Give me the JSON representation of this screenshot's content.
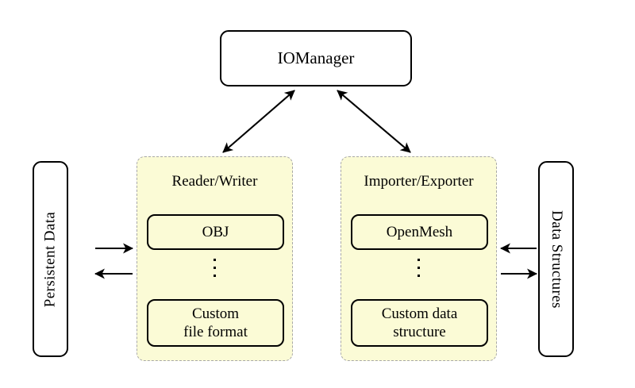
{
  "diagram": {
    "title_node": {
      "label": "IOManager"
    },
    "panels": [
      {
        "id": "reader-writer",
        "title": "Reader/Writer",
        "items": [
          {
            "label": "OBJ"
          },
          {
            "label": "Custom\nfile format",
            "line1": "Custom",
            "line2": "file format"
          }
        ],
        "ellipsis": "⋮"
      },
      {
        "id": "importer-exporter",
        "title": "Importer/Exporter",
        "items": [
          {
            "label": "OpenMesh"
          },
          {
            "label": "Custom data\nstructure",
            "line1": "Custom data",
            "line2": "structure"
          }
        ],
        "ellipsis": "⋮"
      }
    ],
    "side_nodes": {
      "left": {
        "label": "Persistent Data",
        "orientation": "rotated-ccw"
      },
      "right": {
        "label": "Data Structures",
        "orientation": "rotated-cw"
      }
    },
    "connectors": [
      {
        "name": "manager-to-reader-writer",
        "kind": "double-arrow"
      },
      {
        "name": "manager-to-importer-exporter",
        "kind": "double-arrow"
      },
      {
        "name": "persistent-data-to-reader-writer",
        "kind": "arrow-right"
      },
      {
        "name": "reader-writer-to-persistent-data",
        "kind": "arrow-left"
      },
      {
        "name": "data-structures-to-importer-exporter",
        "kind": "arrow-left"
      },
      {
        "name": "importer-exporter-to-data-structures",
        "kind": "arrow-right"
      }
    ],
    "colors": {
      "panel_fill": "#fbfbd6",
      "panel_border": "#a8a8a8",
      "node_border": "#000000",
      "background": "#ffffff",
      "text": "#000000"
    }
  }
}
